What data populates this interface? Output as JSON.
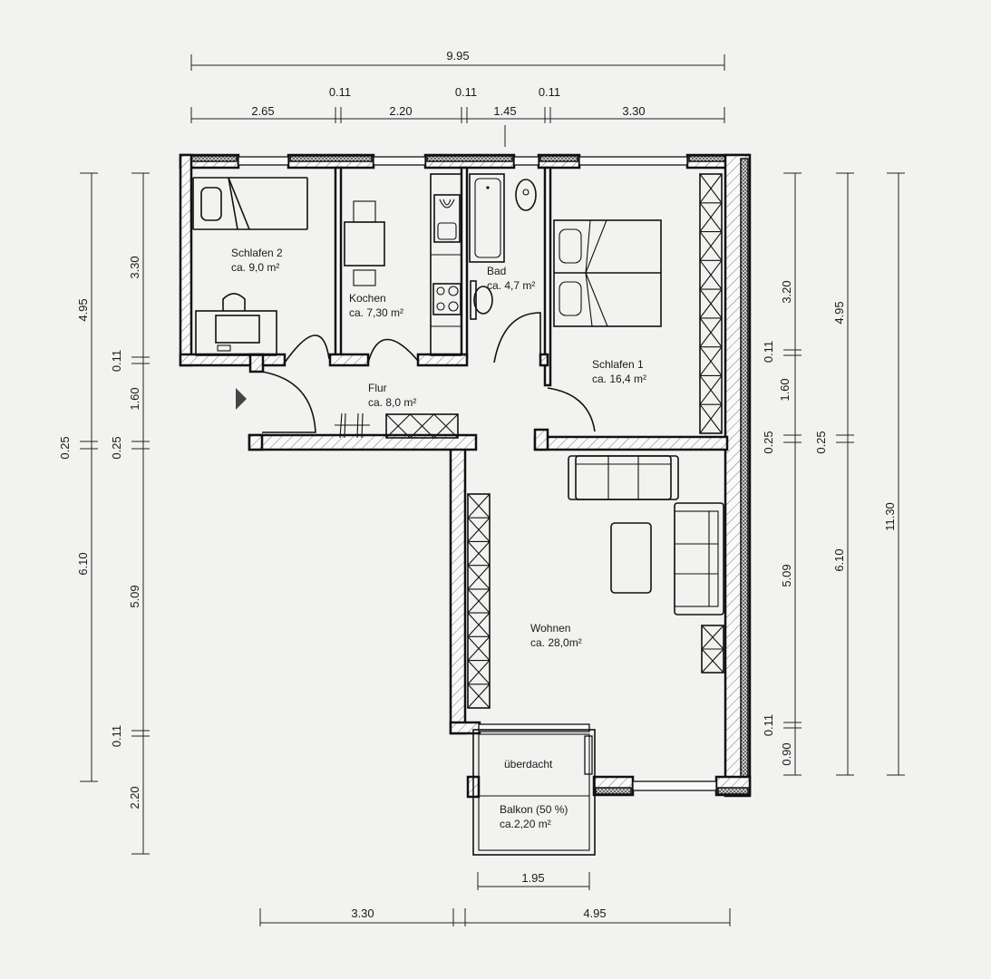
{
  "plan": {
    "title": "Grundriss Wohnung",
    "rooms": [
      {
        "id": "schlafen2",
        "name": "Schlafen 2",
        "area": "ca. 9,0 m²"
      },
      {
        "id": "kochen",
        "name": "Kochen",
        "area": "ca. 7,30 m²"
      },
      {
        "id": "bad",
        "name": "Bad",
        "area": "ca. 4,7 m²"
      },
      {
        "id": "schlafen1",
        "name": "Schlafen 1",
        "area": "ca. 16,4 m²"
      },
      {
        "id": "flur",
        "name": "Flur",
        "area": "ca. 8,0 m²"
      },
      {
        "id": "wohnen",
        "name": "Wohnen",
        "area": "ca. 28,0m²"
      },
      {
        "id": "ueberdacht",
        "name": "überdacht",
        "area": ""
      },
      {
        "id": "balkon",
        "name": "Balkon (50 %)",
        "area": "ca.2,20 m²"
      }
    ],
    "dimensions": {
      "top_total": "9.95",
      "top_segments": [
        "2.65",
        "0.11",
        "2.20",
        "0.11",
        "1.45",
        "0.11",
        "3.30"
      ],
      "left_outer": [
        "4.95",
        "0.25",
        "6.10"
      ],
      "left_inner": [
        "3.30",
        "0.11",
        "1.60",
        "0.25",
        "5.09",
        "0.11",
        "2.20"
      ],
      "right_inner": [
        "3.20",
        "0.11",
        "1.60",
        "0.25",
        "5.09",
        "0.11",
        "0.90"
      ],
      "right_middle": [
        "4.95",
        "0.25",
        "6.10"
      ],
      "right_total": "11.30",
      "bottom_balcony": "1.95",
      "bottom_segments": [
        "3.30",
        "4.95"
      ]
    },
    "entrance_marker": "entrance-arrow"
  }
}
